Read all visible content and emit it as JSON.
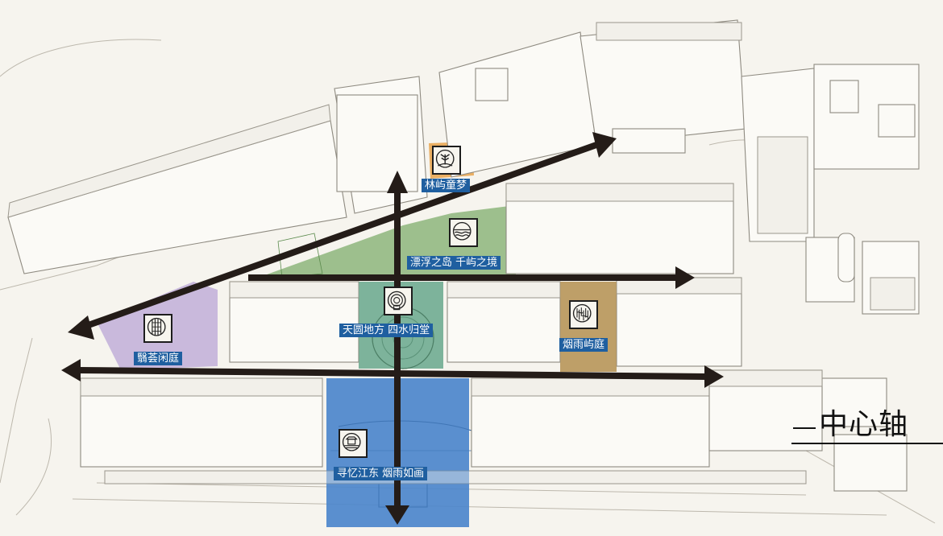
{
  "zones": [
    {
      "name": "林屿童梦",
      "icon": "sprout-seal-icon"
    },
    {
      "name": "漂浮之岛  千屿之境",
      "icon": "island-waves-icon"
    },
    {
      "name": "天圆地方  四水归堂",
      "icon": "concentric-circles-icon"
    },
    {
      "name": "烟雨屿庭",
      "icon": "rain-pattern-icon"
    },
    {
      "name": "翳荟闲庭",
      "icon": "screen-lattice-icon"
    },
    {
      "name": "寻忆江东  烟雨如画",
      "icon": "boat-pavilion-icon"
    }
  ],
  "legend": {
    "axis_label": "中心轴"
  },
  "colors": {
    "zone_orange": "#e8a24a",
    "zone_green": "#7fae6c",
    "zone_teal": "#6aa98d",
    "zone_purple": "#b9a6d6",
    "zone_ochre": "#b8965a",
    "zone_blue": "#4d86cc",
    "label_bg": "#1f5fa0",
    "axis_arrow": "#241c18"
  }
}
